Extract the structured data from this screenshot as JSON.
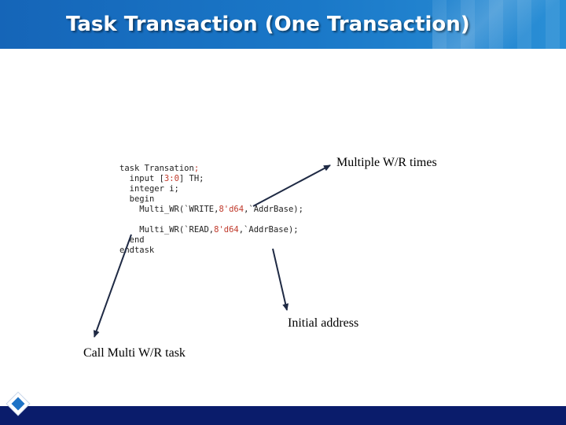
{
  "slide": {
    "title": "Task Transaction (One Transaction)"
  },
  "code": {
    "lines": [
      {
        "indent": "",
        "text": "task Transation",
        "red": ";"
      },
      {
        "indent": "  ",
        "text": "input [",
        "red": "3:0",
        "after": "] TH;"
      },
      {
        "indent": "  ",
        "text": "integer i;",
        "red": ""
      },
      {
        "indent": "  ",
        "text": "begin",
        "red": ""
      },
      {
        "indent": "    ",
        "text": "Multi_WR(`WRITE,",
        "red": "8'd64",
        "after": ",`AddrBase);"
      },
      {
        "indent": "",
        "text": "",
        "red": ""
      },
      {
        "indent": "    ",
        "text": "Multi_WR(`READ,",
        "red": "8'd64",
        "after": ",`AddrBase);"
      },
      {
        "indent": "  ",
        "text": "end",
        "red": ""
      },
      {
        "indent": "",
        "text": "endtask",
        "red": ""
      }
    ]
  },
  "annotations": {
    "multiple_wr_times": "Multiple W/R times",
    "initial_address": "Initial address",
    "call_multi_wr_task": "Call Multi W/R task"
  },
  "colors": {
    "title_bar": "#1a78c8",
    "footer": "#0a1c6b",
    "code_highlight": "#c0392b",
    "arrow": "#1f2a44"
  }
}
